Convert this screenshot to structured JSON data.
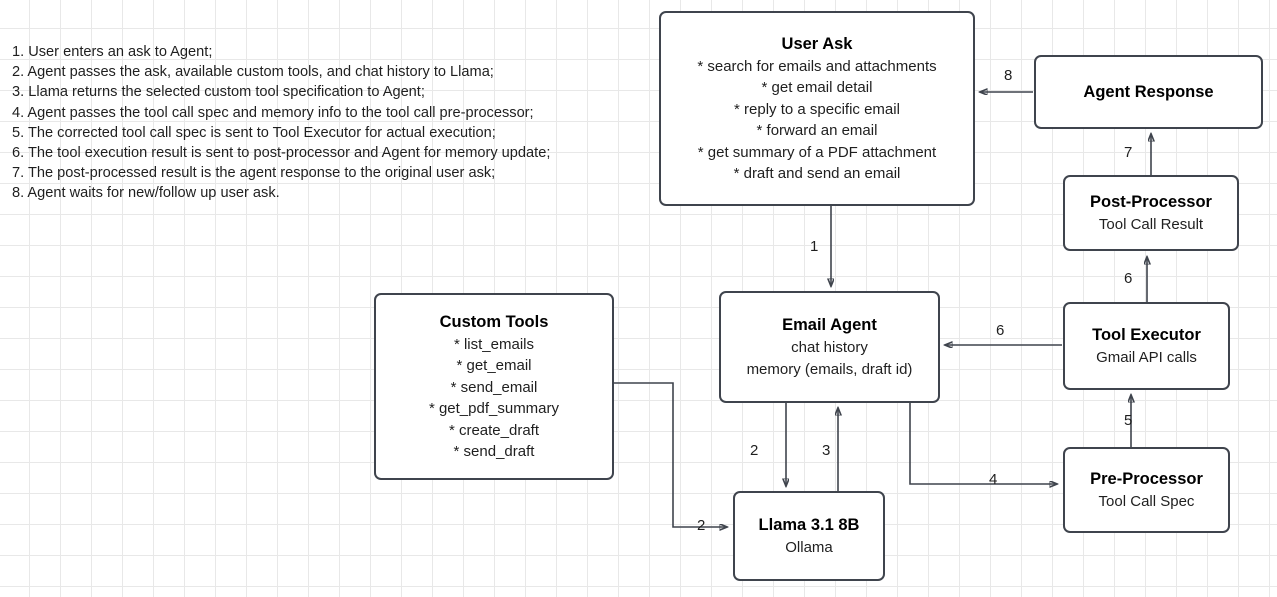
{
  "legend": {
    "lines": [
      "1. User enters an ask to Agent;",
      "2. Agent passes the ask, available custom tools, and chat history to Llama;",
      "3. Llama returns the selected custom tool specification to Agent;",
      "4. Agent passes the tool call spec and memory info to the tool call pre-processor;",
      "5. The corrected tool call spec is sent to Tool Executor for actual execution;",
      "6. The tool execution result is sent to post-processor and Agent for memory update;",
      "7. The post-processed result is the agent response to the original user ask;",
      "8. Agent waits for new/follow up user ask."
    ]
  },
  "nodes": {
    "user_ask": {
      "title": "User Ask",
      "bullets": [
        "* search for emails and attachments",
        "* get email detail",
        "* reply to a specific email",
        "* forward an email",
        "* get summary of a PDF attachment",
        "* draft and send an email"
      ]
    },
    "agent_response": {
      "title": "Agent Response",
      "sub": ""
    },
    "post_processor": {
      "title": "Post-Processor",
      "sub": "Tool Call Result"
    },
    "custom_tools": {
      "title": "Custom Tools",
      "bullets": [
        "* list_emails",
        "* get_email",
        "* send_email",
        "* get_pdf_summary",
        "* create_draft",
        "* send_draft"
      ]
    },
    "email_agent": {
      "title": "Email Agent",
      "sub1": "chat history",
      "sub2": "memory (emails, draft id)"
    },
    "tool_executor": {
      "title": "Tool Executor",
      "sub": "Gmail API calls"
    },
    "pre_processor": {
      "title": "Pre-Processor",
      "sub": "Tool Call Spec"
    },
    "llama": {
      "title": "Llama 3.1 8B",
      "sub": "Ollama"
    }
  },
  "edges": {
    "user_ask_to_email_agent": "1",
    "email_agent_to_llama": "2",
    "custom_tools_to_llama": "2",
    "llama_to_email_agent": "3",
    "email_agent_to_pre_processor": "4",
    "pre_processor_to_tool_executor": "5",
    "tool_executor_to_email_agent": "6",
    "tool_executor_to_post_processor": "6",
    "post_processor_to_agent_response": "7",
    "agent_response_to_user_ask": "8"
  },
  "colors": {
    "box_border": "#3f444d",
    "grid_line": "#e8e8e8",
    "background": "#ffffff",
    "text": "#1f1f1f"
  }
}
